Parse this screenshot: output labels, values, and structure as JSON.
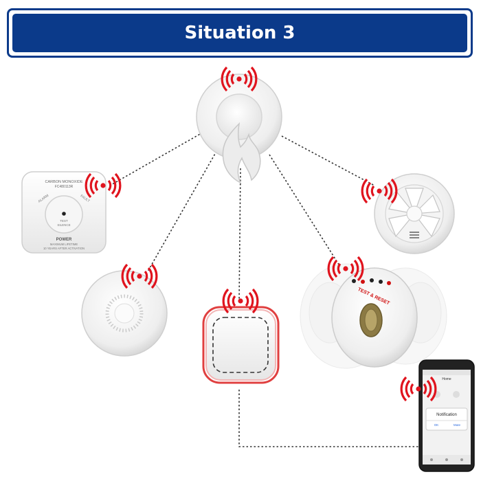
{
  "title": "Situation 3",
  "co_alarm": {
    "heading": "CARBON MONOXIDE",
    "model": "FC480113R",
    "alarm_label": "ALARM",
    "fault_label": "FAULT",
    "test_label": "TEST",
    "silence_label": "SILENCE",
    "power_label": "POWER",
    "lifetime_line1": "MAXIMUM LIFETIME",
    "lifetime_line2": "10 YEARS AFTER ACTIVATION"
  },
  "pillow_shaker": {
    "label": "TEST & RESET"
  },
  "phone": {
    "app_title": "Home",
    "dialog_title": "Notification",
    "dialog_left": "OK",
    "dialog_right": "Mute"
  },
  "colors": {
    "banner": "#0b3a8a",
    "signal": "#e0141e",
    "link": "#333333"
  }
}
